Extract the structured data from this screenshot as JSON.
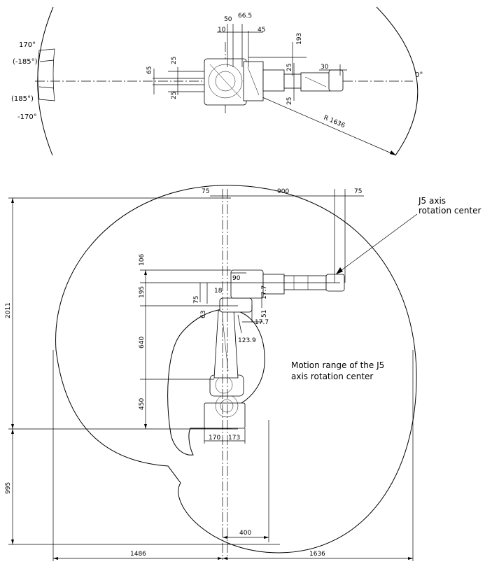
{
  "top_view": {
    "angles": {
      "a170": "170°",
      "a_185": "(-185°)",
      "a185": "(185°)",
      "a_170": "-170°",
      "a0": "0°"
    },
    "dims": {
      "d50": "50",
      "d66_5": "66.5",
      "d10": "10",
      "d45": "45",
      "d193": "193",
      "d65": "65",
      "d25a": "25",
      "d25b": "25",
      "d25c": "25",
      "d25d": "25",
      "d30": "30",
      "r1636": "R 1636"
    }
  },
  "side_view": {
    "dims": {
      "d75a": "75",
      "d900": "900",
      "d75b": "75",
      "d106": "106",
      "d90": "90",
      "d195": "195",
      "d18": "18",
      "d75c": "75",
      "d63": "63",
      "d51": "51",
      "d17_7a": "17.7",
      "d17_7b": "17.7",
      "d123_9": "123.9",
      "d640": "640",
      "d450": "450",
      "d2011": "2011",
      "d995": "995",
      "d170": "170",
      "d173": "173",
      "d400": "400",
      "d1486": "1486",
      "d1636": "1636"
    },
    "labels": {
      "j5_line1": "J5 axis",
      "j5_line2": "rotation center",
      "motion_line1": "Motion range of the J5",
      "motion_line2": "axis rotation center"
    }
  }
}
